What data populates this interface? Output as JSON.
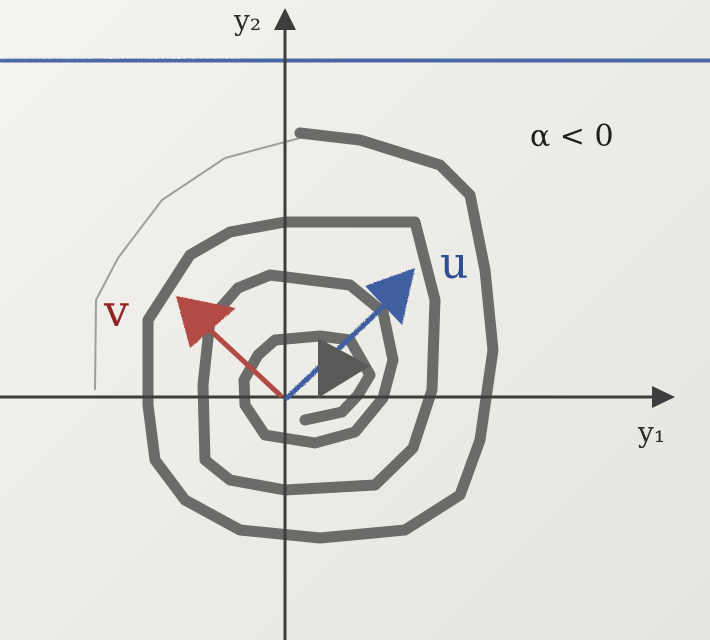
{
  "axes": {
    "x_label": "y₁",
    "y_label": "y₂"
  },
  "annotation": "α < 0",
  "vectors": {
    "u_label": "u",
    "v_label": "v"
  },
  "colors": {
    "axis": "#3d3d3d",
    "spiral": "#6b6b69",
    "u_vector": "#3f5fa3",
    "v_vector": "#b24c44",
    "top_line": "#4a67a6",
    "u_text": "#2d4f93",
    "v_text": "#8f2424",
    "annotation_text": "#1f1f1f"
  }
}
